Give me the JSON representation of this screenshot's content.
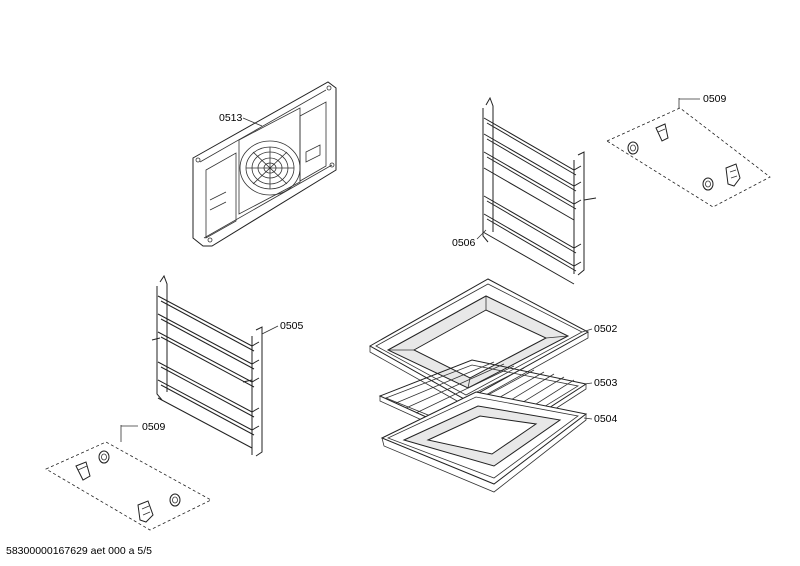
{
  "diagram": {
    "labels": {
      "back_panel": "0513",
      "right_rack": "0506",
      "left_rack": "0505",
      "clips_right": "0509",
      "clips_left": "0509",
      "baking_tray": "0502",
      "wire_shelf": "0503",
      "grill_pan": "0504"
    },
    "footer": "58300000167629 aet 000 a 5/5"
  }
}
